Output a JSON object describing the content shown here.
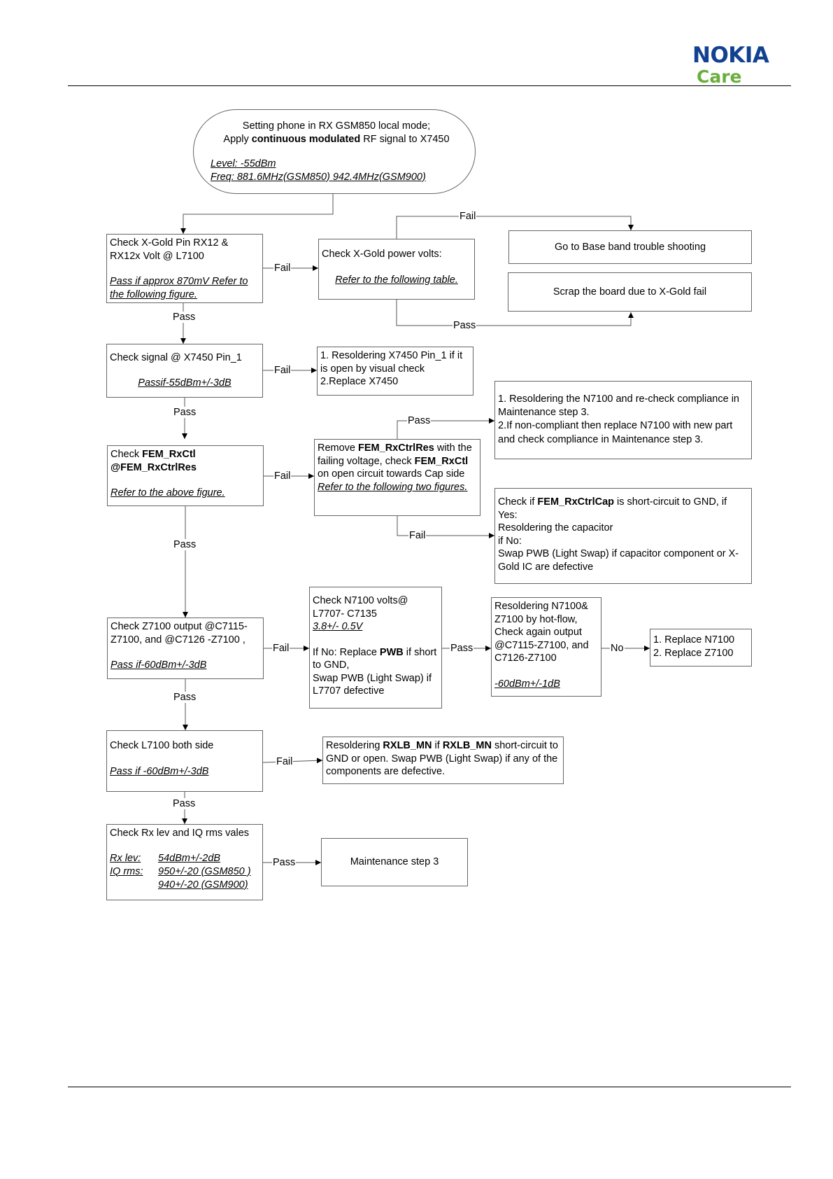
{
  "header": {
    "brand": "NOKIA",
    "sub_brand": "Care"
  },
  "colors": {
    "brand_blue": "#124191",
    "brand_green": "#6aae3e"
  },
  "start": {
    "line1": "Setting phone in RX GSM850 local mode;",
    "line2_pre": "Apply ",
    "line2_bold": "continuous modulated",
    "line2_post": " RF signal  to X7450",
    "level": "Level: -55dBm",
    "freq": "Freq: 881.6MHz(GSM850) 942.4MHz(GSM900)"
  },
  "b1": {
    "text": "Check X-Gold Pin RX12 & RX12x Volt @ L7100",
    "note": "Pass if approx 870mV Refer to the following figure."
  },
  "b2": {
    "text": "Check X-Gold power volts:",
    "note": "Refer to the following table."
  },
  "b3": {
    "text": "Go to Base band trouble shooting"
  },
  "b4": {
    "text": "Scrap the board due to X-Gold fail"
  },
  "b5": {
    "text": "Check signal @ X7450 Pin_1",
    "note": "Passif-55dBm+/-3dB"
  },
  "b6": {
    "line1": "1. Resoldering X7450 Pin_1 if it is open by visual check",
    "line2": "2.Replace X7450"
  },
  "b7": {
    "line1": "1. Resoldering  the  N7100 and re-check compliance in Maintenance step 3.",
    "line2": "2.If non-compliant then replace N7100 with new part and check compliance in Maintenance step 3."
  },
  "b8": {
    "pre": "Check ",
    "bold1": "FEM_RxCtl",
    "bold2": "@FEM_RxCtrlRes",
    "note": "Refer to the above figure."
  },
  "b9": {
    "pre": "Remove ",
    "bold1": "FEM_RxCtrlRes",
    "mid": " with the failing voltage, check ",
    "bold2": "FEM_RxCtl",
    "post": " on open circuit towards Cap side",
    "note": "Refer to the following two figures."
  },
  "b10": {
    "pre": "Check if  ",
    "bold": "FEM_RxCtrlCap",
    "post": " is short-circuit to GND, if Yes:",
    "l2": "Resoldering the capacitor",
    "l3": "if No:",
    "l4": "Swap PWB (Light Swap) if capacitor component or X-Gold IC are defective"
  },
  "b11": {
    "text": "Check Z7100 output  @C7115-Z7100, and @C7126 -Z7100 ,",
    "note": "Pass if-60dBm+/-3dB"
  },
  "b12": {
    "l1": "Check N7100 volts@ L7707- C7135",
    "note": "3.8+/- 0.5V",
    "l2_pre": "If No: Replace ",
    "l2_bold": "PWB",
    "l2_post": " if short  to GND,",
    "l3": "Swap PWB (Light Swap) if L7707 defective"
  },
  "b13": {
    "text": "Resoldering  N7100& Z7100 by hot-flow, Check again output @C7115-Z7100,  and C7126-Z7100",
    "note": "-60dBm+/-1dB"
  },
  "b14": {
    "l1": "1. Replace N7100",
    "l2": "2. Replace Z7100"
  },
  "b15": {
    "text": "Check L7100 both side",
    "note": "Pass if -60dBm+/-3dB"
  },
  "b16": {
    "pre": "Resoldering ",
    "bold1": "RXLB_MN",
    "mid": " if ",
    "bold2": "RXLB_MN",
    "post": " short-circuit to GND or open. Swap PWB (Light Swap) if any of the components are defective."
  },
  "b17": {
    "text": "Check Rx lev and IQ rms vales",
    "k1": "Rx lev:",
    "v1": "54dBm+/-2dB",
    "k2": "IQ rms:",
    "v2": "950+/-20 (GSM850 )",
    "v3": "940+/-20 (GSM900)"
  },
  "b18": {
    "text": "Maintenance step 3"
  },
  "labels": {
    "fail": "Fail",
    "pass": "Pass",
    "no": "No"
  }
}
